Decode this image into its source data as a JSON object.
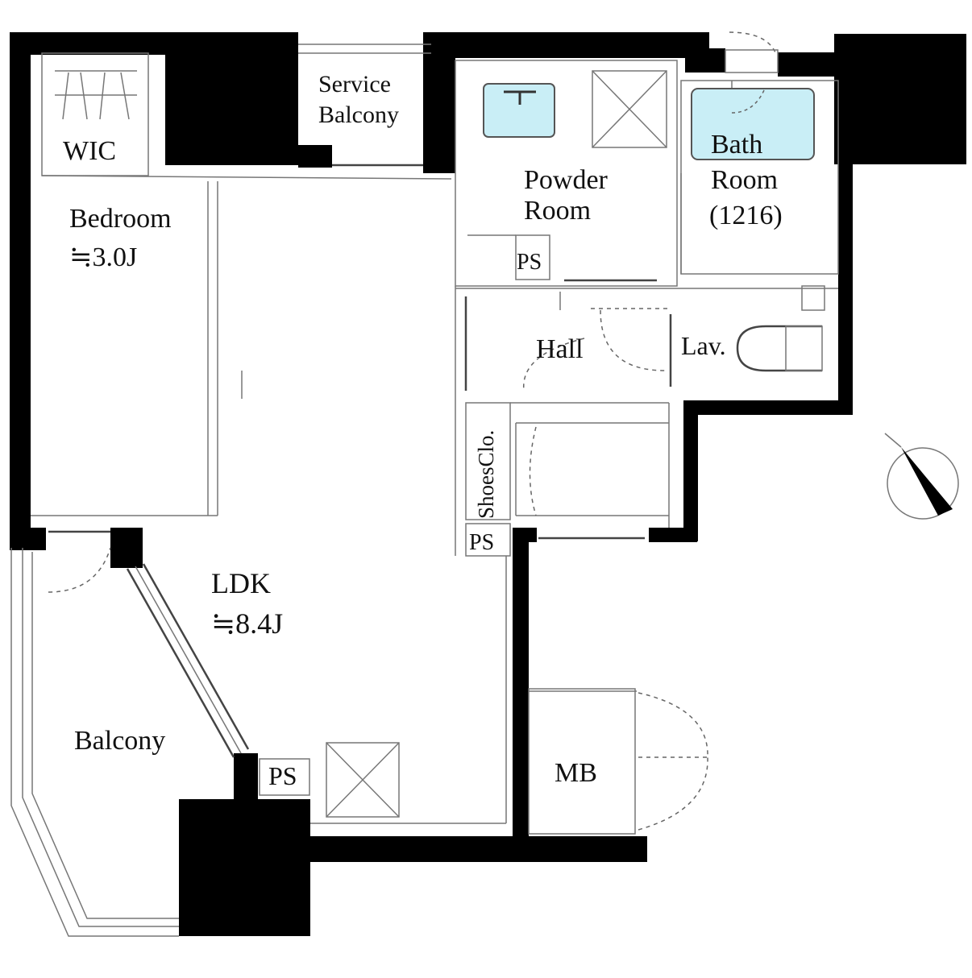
{
  "rooms": {
    "wic": "WIC",
    "service_balcony_line1": "Service",
    "service_balcony_line2": "Balcony",
    "powder_line1": "Powder",
    "powder_line2": "Room",
    "bath_line1": "Bath",
    "bath_line2": "Room",
    "bath_size": "(1216)",
    "bedroom": "Bedroom",
    "bedroom_area": "≒3.0J",
    "hall": "Hall",
    "lav": "Lav.",
    "shoes_closet": "ShoesClo.",
    "ldk": "LDK",
    "ldk_area": "≒8.4J",
    "balcony": "Balcony",
    "mb": "MB",
    "ps_powder": "PS",
    "ps_shoes": "PS",
    "ps_ldk": "PS"
  },
  "colors": {
    "wall": "#000000",
    "fixture_fill": "#c9eef6",
    "line": "#555555"
  },
  "icons": {
    "compass": "north-arrow-icon"
  }
}
